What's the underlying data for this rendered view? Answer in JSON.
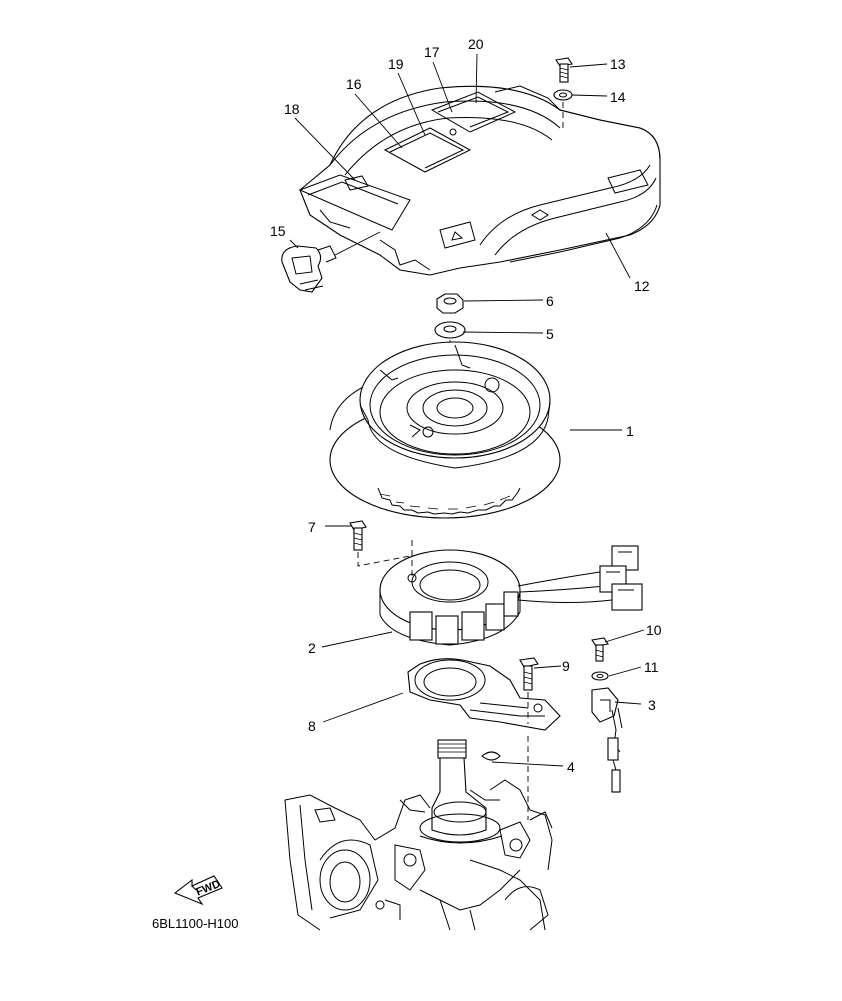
{
  "diagram": {
    "code": "6BL1100-H100",
    "fwd_label": "FWD",
    "parts": [
      {
        "ref": "1"
      },
      {
        "ref": "2"
      },
      {
        "ref": "3"
      },
      {
        "ref": "4"
      },
      {
        "ref": "5"
      },
      {
        "ref": "6"
      },
      {
        "ref": "7"
      },
      {
        "ref": "8"
      },
      {
        "ref": "9"
      },
      {
        "ref": "10"
      },
      {
        "ref": "11"
      },
      {
        "ref": "12"
      },
      {
        "ref": "13"
      },
      {
        "ref": "14"
      },
      {
        "ref": "15"
      },
      {
        "ref": "16"
      },
      {
        "ref": "17"
      },
      {
        "ref": "18"
      },
      {
        "ref": "19"
      },
      {
        "ref": "20"
      }
    ]
  }
}
